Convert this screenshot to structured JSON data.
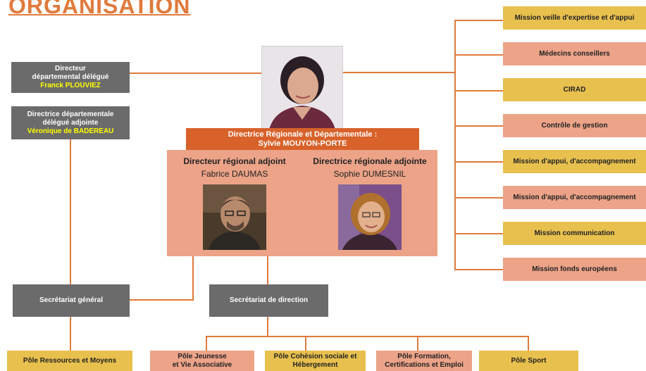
{
  "title": "ORGANISATION",
  "director_delegue": {
    "line1": "Directeur",
    "line2": "départemental délégué",
    "name": "Franck PLOUVIEZ"
  },
  "directrice_adjointe": {
    "line1": "Directrice départementale",
    "line2": "délégué adjointe",
    "name": "Véronique de BADEREAU"
  },
  "directrice_regionale": {
    "line1": "Directrice Régionale et Départementale :",
    "line2": "Sylvie MOUYON-PORTE"
  },
  "adjoint1": {
    "role": "Directeur régional adjoint",
    "name": "Fabrice DAUMAS"
  },
  "adjoint2": {
    "role": "Directrice régionale adjointe",
    "name": "Sophie DUMESNIL"
  },
  "secretariat_general": "Secrétariat général",
  "secretariat_direction": "Secrétariat de direction",
  "missions": [
    "Mission veille d'expertise et d'appui",
    "Médecins conseillers",
    "CIRAD",
    "Contrôle de gestion",
    "Mission d'appui, d'accompagnement",
    "Mission d'appui, d'accompagnement",
    "Mission communication",
    "Mission fonds européens"
  ],
  "poles": [
    {
      "line1": "Pôle Ressources et Moyens",
      "line2": ""
    },
    {
      "line1": "Pôle Jeunesse",
      "line2": "et Vie Associative"
    },
    {
      "line1": "Pôle Cohésion sociale et",
      "line2": "Hébergement"
    },
    {
      "line1": "Pôle Formation,",
      "line2": "Certifications et Emploi"
    },
    {
      "line1": "Pôle Sport",
      "line2": ""
    }
  ],
  "colors": {
    "accent": "#e07a3c",
    "gray": "#6b6b6b",
    "yellow": "#e8c04e",
    "salmon": "#eca388",
    "highlight": "#ffff00"
  }
}
